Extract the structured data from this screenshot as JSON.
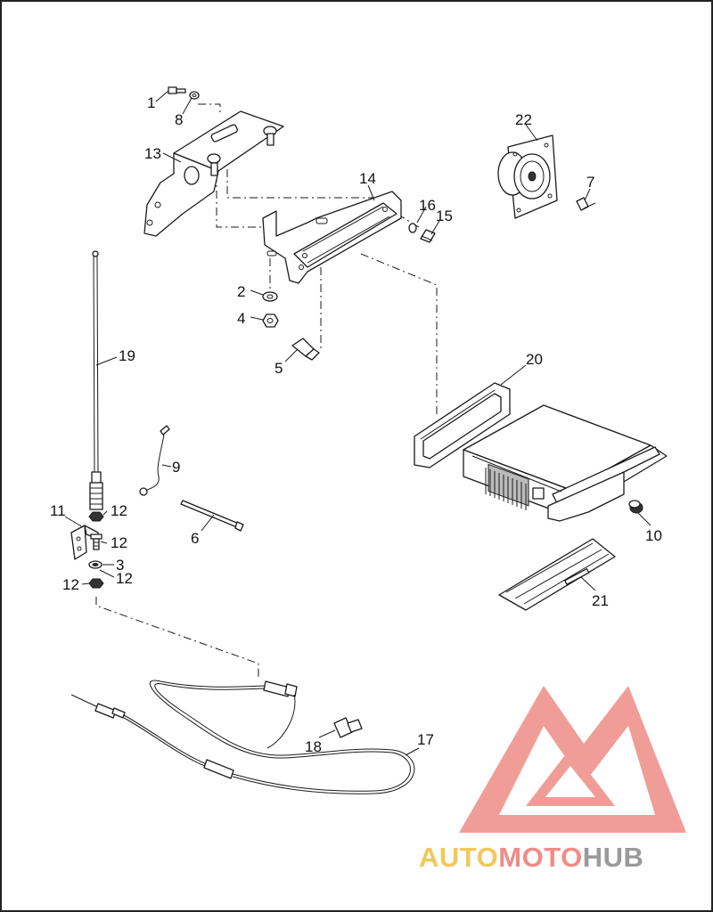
{
  "callouts": {
    "c1": "1",
    "c2": "2",
    "c3": "3",
    "c4": "4",
    "c5": "5",
    "c6": "6",
    "c7": "7",
    "c8": "8",
    "c9": "9",
    "c10": "10",
    "c11": "11",
    "c12a": "12",
    "c12b": "12",
    "c12c": "12",
    "c12d": "12",
    "c13": "13",
    "c14": "14",
    "c15": "15",
    "c16": "16",
    "c17": "17",
    "c18": "18",
    "c19": "19",
    "c20": "20",
    "c21": "21",
    "c22": "22"
  },
  "watermark": {
    "part1": "AUTO",
    "part2": "MOTO",
    "part3": "HUB"
  },
  "colors": {
    "logo_red": "#ef8c86",
    "logo_yellow": "#f2c85a",
    "logo_grey": "#9a9a9a",
    "line": "#1a1a1a"
  }
}
